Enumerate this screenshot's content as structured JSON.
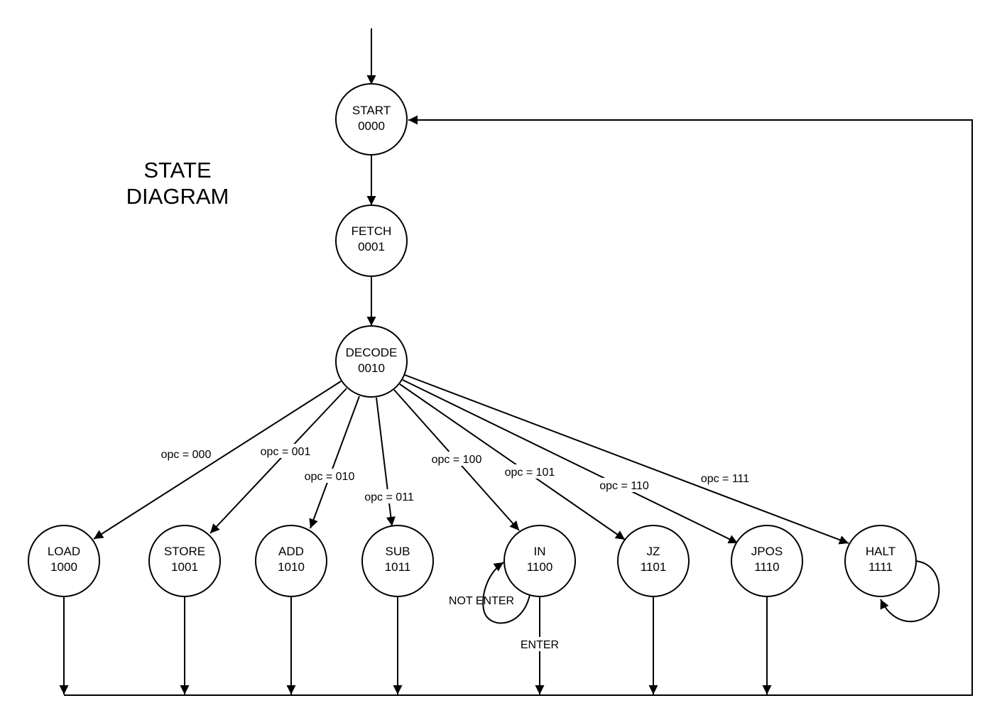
{
  "title": {
    "line1": "STATE",
    "line2": "DIAGRAM"
  },
  "states": {
    "start": {
      "name": "START",
      "code": "0000"
    },
    "fetch": {
      "name": "FETCH",
      "code": "0001"
    },
    "decode": {
      "name": "DECODE",
      "code": "0010"
    },
    "load": {
      "name": "LOAD",
      "code": "1000"
    },
    "store": {
      "name": "STORE",
      "code": "1001"
    },
    "add": {
      "name": "ADD",
      "code": "1010"
    },
    "sub": {
      "name": "SUB",
      "code": "1011"
    },
    "in": {
      "name": "IN",
      "code": "1100"
    },
    "jz": {
      "name": "JZ",
      "code": "1101"
    },
    "jpos": {
      "name": "JPOS",
      "code": "1110"
    },
    "halt": {
      "name": "HALT",
      "code": "1111"
    }
  },
  "transitions": {
    "decode_load": "opc = 000",
    "decode_store": "opc = 001",
    "decode_add": "opc = 010",
    "decode_sub": "opc = 011",
    "decode_in": "opc = 100",
    "decode_jz": "opc = 101",
    "decode_jpos": "opc = 110",
    "decode_halt": "opc = 111",
    "in_loop": "NOT ENTER",
    "in_exit": "ENTER"
  },
  "colors": {
    "stroke": "#000000",
    "background": "#ffffff"
  }
}
